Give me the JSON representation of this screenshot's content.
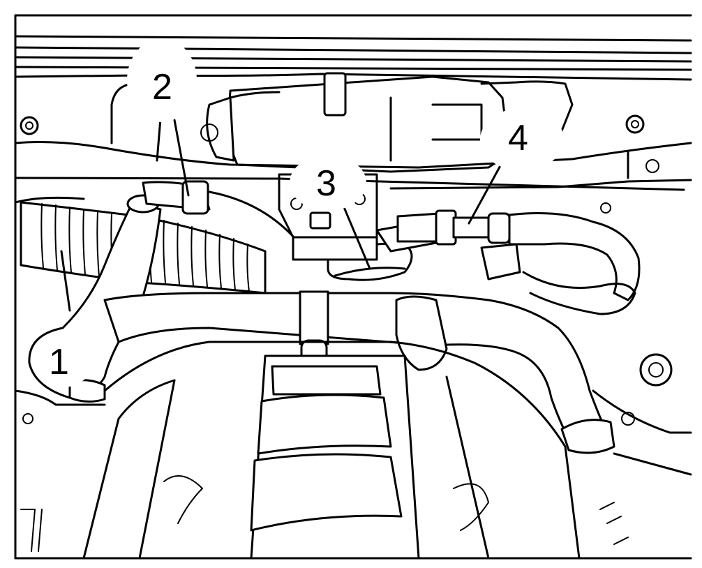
{
  "callouts": [
    {
      "id": "1",
      "label": "1"
    },
    {
      "id": "2",
      "label": "2"
    },
    {
      "id": "3",
      "label": "3"
    },
    {
      "id": "4",
      "label": "4"
    }
  ],
  "colors": {
    "line": "#000000",
    "background": "#ffffff"
  },
  "icons": [
    "engine-bay-line-drawing"
  ]
}
